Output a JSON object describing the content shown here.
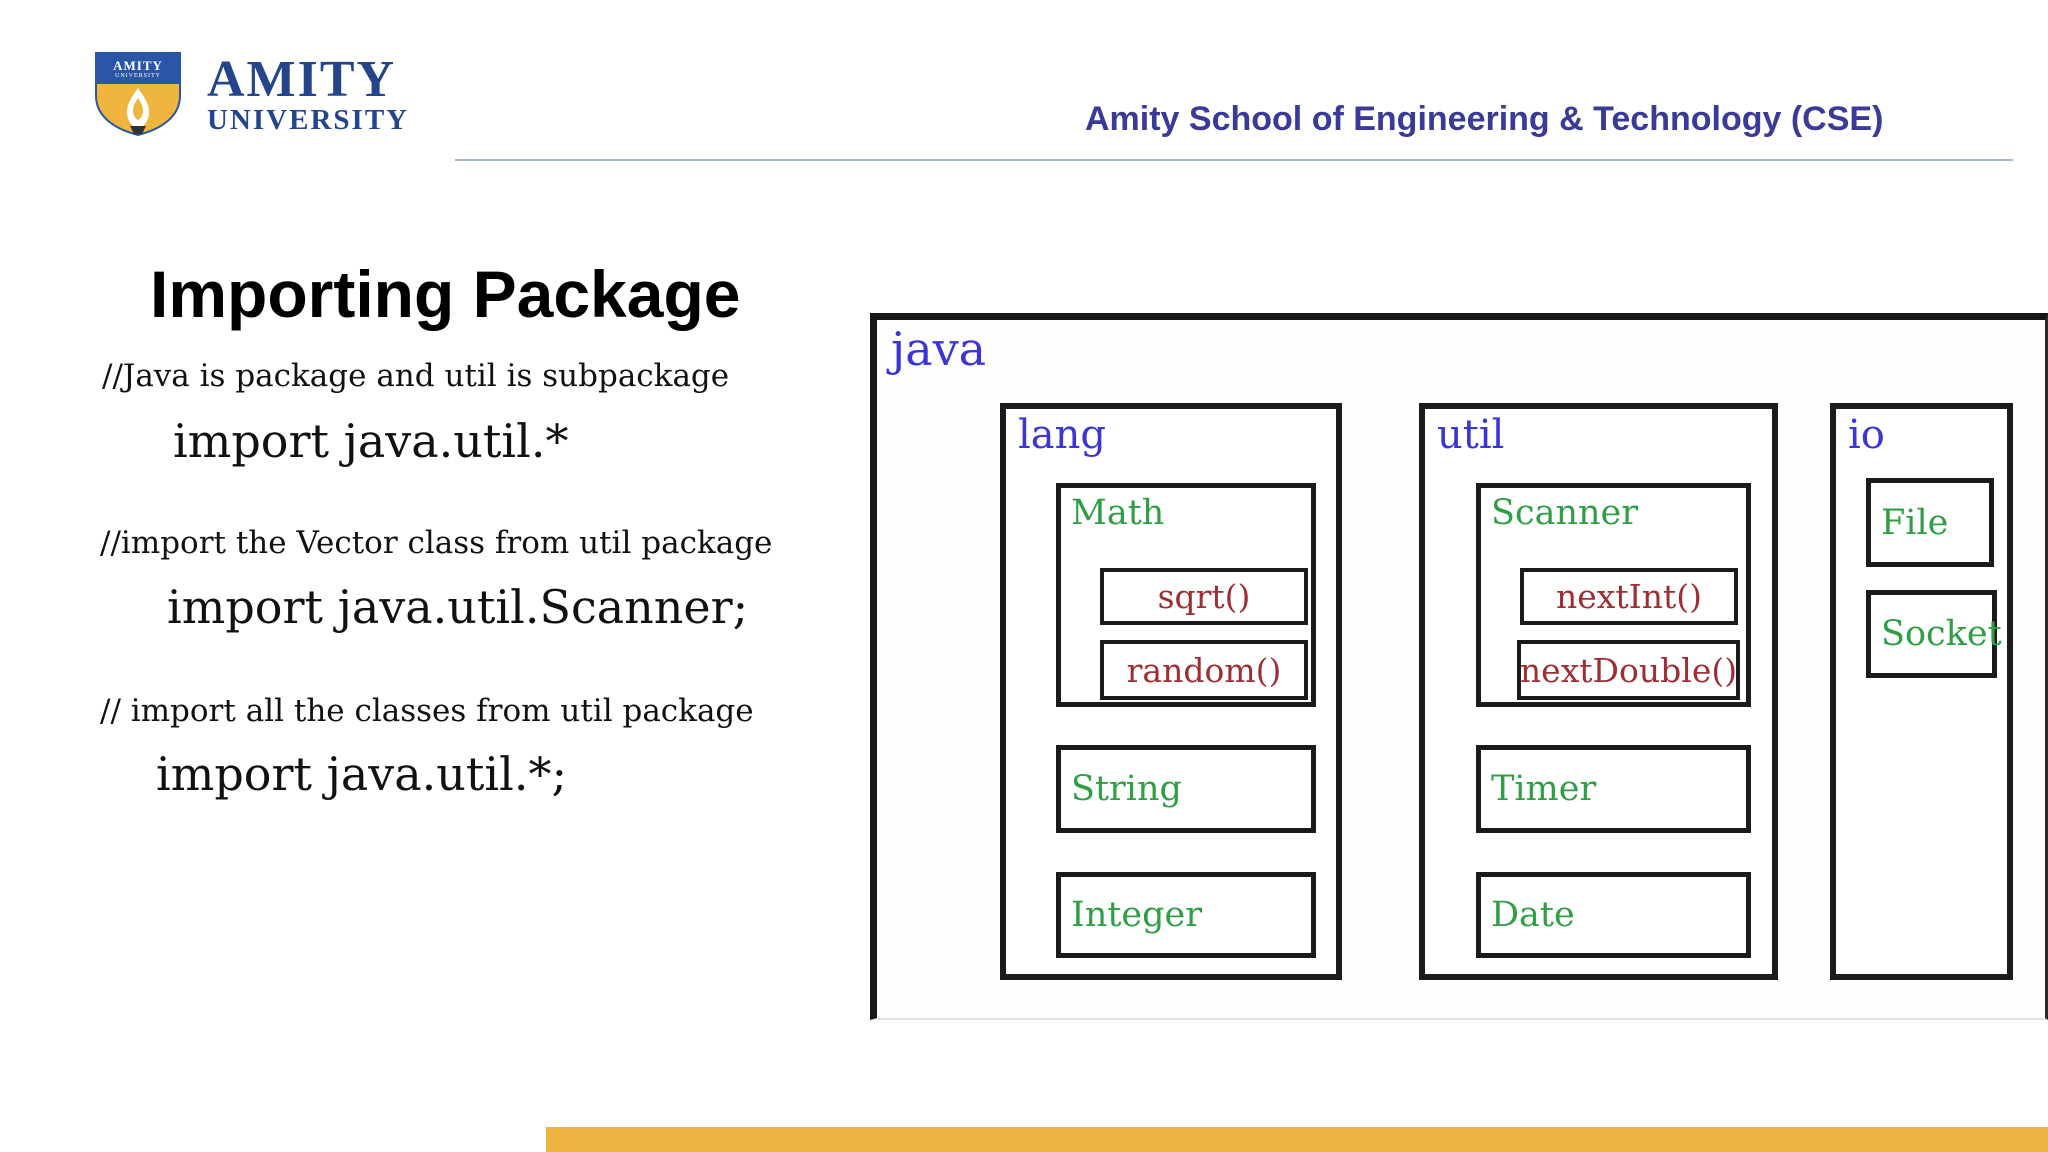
{
  "header": {
    "school_title": "Amity School of Engineering & Technology (CSE)",
    "logo": {
      "wordmark_line1": "AMITY",
      "wordmark_line2": "UNIVERSITY",
      "shield_text_line1": "AMITY",
      "shield_text_line2": "UNIVERSITY"
    }
  },
  "slide": {
    "title": "Importing Package",
    "snippets": [
      {
        "comment": "//Java is package and util is subpackage",
        "code": "import java.util.*"
      },
      {
        "comment": "//import the Vector class from util package",
        "code": "import java.util.Scanner;"
      },
      {
        "comment": "// import all the classes from util package",
        "code": "import java.util.*;"
      }
    ]
  },
  "diagram": {
    "root_package": "java",
    "packages": [
      {
        "name": "lang",
        "classes": [
          {
            "name": "Math",
            "methods": [
              "sqrt()",
              "random()"
            ]
          },
          {
            "name": "String",
            "methods": []
          },
          {
            "name": "Integer",
            "methods": []
          }
        ]
      },
      {
        "name": "util",
        "classes": [
          {
            "name": "Scanner",
            "methods": [
              "nextInt()",
              "nextDouble()"
            ]
          },
          {
            "name": "Timer",
            "methods": []
          },
          {
            "name": "Date",
            "methods": []
          }
        ]
      },
      {
        "name": "io",
        "classes": [
          {
            "name": "File",
            "methods": []
          },
          {
            "name": "Socket",
            "methods": []
          }
        ]
      }
    ],
    "colors": {
      "package_label": "#3b35d6",
      "class_label": "#2f9e44",
      "method_label": "#9e2e33",
      "border": "#1b1b1b"
    }
  },
  "footer": {
    "accent_bar_color": "#eeb340"
  }
}
